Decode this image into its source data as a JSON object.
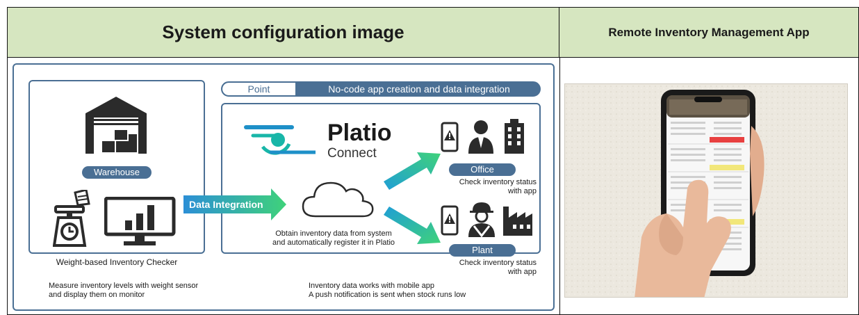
{
  "header": {
    "left_title": "System configuration image",
    "right_title": "Remote Inventory Management App"
  },
  "diagram": {
    "warehouse_label": "Warehouse",
    "checker_label": "Weight-based Inventory Checker",
    "left_caption_line1": "Measure inventory levels with weight sensor",
    "left_caption_line2": "and display them on monitor",
    "point_label": "Point",
    "point_text": "No-code app creation and data integration",
    "platio_name": "Platio",
    "platio_sub": "Connect",
    "data_integration_label": "Data Integration",
    "cloud_caption_line1": "Obtain inventory data from system",
    "cloud_caption_line2": "and automatically register it in Platio",
    "office_label": "Office",
    "office_caption_line1": "Check inventory status",
    "office_caption_line2": "with app",
    "plant_label": "Plant",
    "plant_caption_line1": "Check inventory status",
    "plant_caption_line2": "with app",
    "bottom_caption_line1": "Inventory data works with mobile app",
    "bottom_caption_line2": "A push notification is sent when stock runs low"
  },
  "colors": {
    "header_bg": "#d6e6c0",
    "accent_blue": "#4a6f94",
    "brand_teal": "#18b6a8",
    "arrow_green": "#34c77a",
    "alert_red": "#e84040",
    "alert_yellow": "#f2e77a"
  },
  "icons": [
    "warehouse-icon",
    "scale-icon",
    "monitor-icon",
    "platio-logo-icon",
    "cloud-icon",
    "smartphone-alert-icon",
    "office-worker-icon",
    "office-building-icon",
    "hardhat-worker-icon",
    "factory-icon"
  ]
}
